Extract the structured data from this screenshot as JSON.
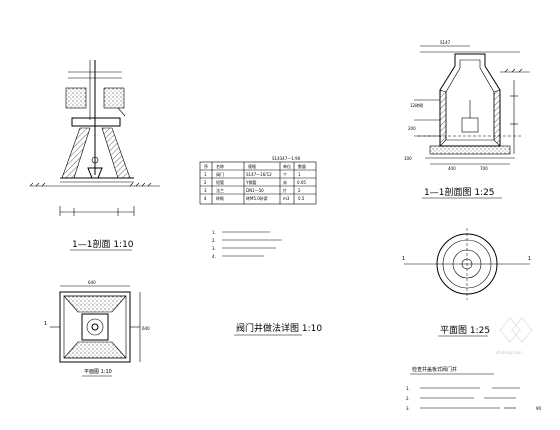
{
  "views": {
    "section_a": {
      "title": "1—1剖面 1:10"
    },
    "plan_a": {
      "title": "平面图 1:10",
      "mark": "1",
      "top_dim": "640",
      "side_dim": "640"
    },
    "table": {
      "header": "S14347—1:90",
      "rows": [
        [
          "序",
          "名称",
          "规格",
          "单位",
          "数量"
        ],
        [
          "1",
          "阀门",
          "S147—16/12",
          "个",
          "1"
        ],
        [
          "2",
          "短管",
          "Y钢管",
          "米",
          "0.05"
        ],
        [
          "3",
          "法兰",
          "DN1—50",
          "片",
          "2"
        ],
        [
          "4",
          "砖砌",
          "砖M5.0砂浆",
          "m3",
          "0.5"
        ]
      ],
      "notes": [
        "1. ",
        "2. ",
        "3. ",
        "4. "
      ]
    },
    "middle_caption": "阀门井做法详图 1:10",
    "section_b": {
      "title": "1—1剖面图 1:25",
      "top_label": "S147",
      "left_labels": [
        "12砖砌",
        "200",
        "100"
      ],
      "bottom_labels": [
        "400",
        "700"
      ]
    },
    "plan_b": {
      "title": "平面图 1:25",
      "marks": [
        "1",
        "1"
      ]
    },
    "notes_block": {
      "title": "检查井盖板式阀门井",
      "lines": [
        "1.",
        "2.",
        "3."
      ],
      "page": "90"
    }
  },
  "watermark": "zhulong.com"
}
